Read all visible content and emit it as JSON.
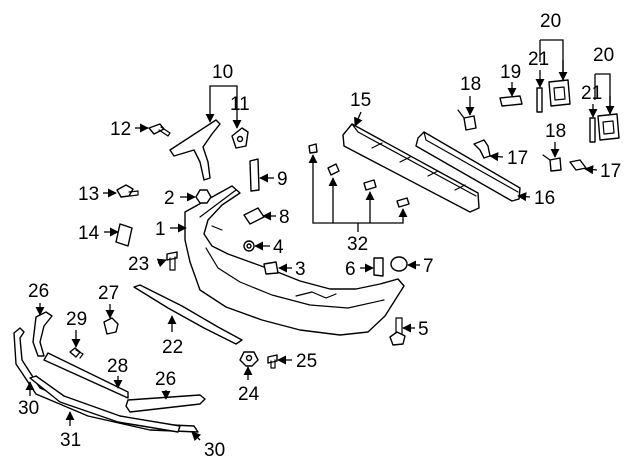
{
  "callouts": {
    "c1": "1",
    "c2": "2",
    "c3": "3",
    "c4": "4",
    "c5": "5",
    "c6": "6",
    "c7": "7",
    "c8": "8",
    "c9": "9",
    "c10": "10",
    "c11": "11",
    "c12": "12",
    "c13": "13",
    "c14": "14",
    "c15": "15",
    "c16": "16",
    "c17a": "17",
    "c17b": "17",
    "c18a": "18",
    "c18b": "18",
    "c19": "19",
    "c20a": "20",
    "c20b": "20",
    "c21a": "21",
    "c21b": "21",
    "c22": "22",
    "c23": "23",
    "c24": "24",
    "c25": "25",
    "c26a": "26",
    "c26b": "26",
    "c27": "27",
    "c28": "28",
    "c29": "29",
    "c30a": "30",
    "c30b": "30",
    "c31": "31",
    "c32": "32"
  },
  "colors": {
    "line": "#000000",
    "background": "#ffffff"
  }
}
